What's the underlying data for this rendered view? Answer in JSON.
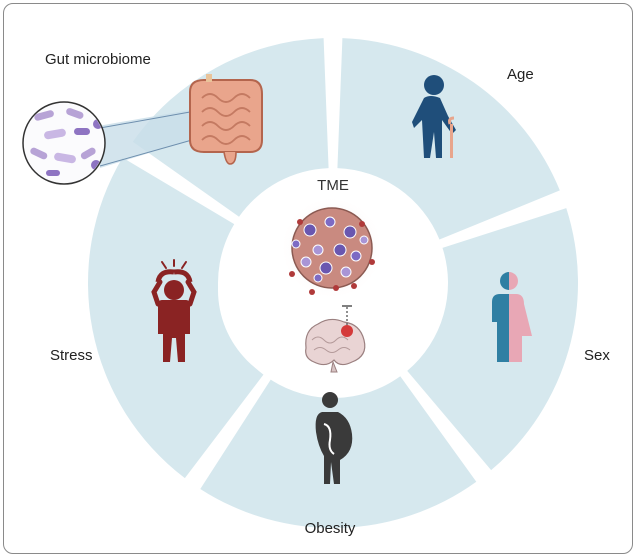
{
  "diagram": {
    "center_label": "TME",
    "factors": [
      {
        "label": "Gut microbiome",
        "icon": "intestine-icon"
      },
      {
        "label": "Age",
        "icon": "elderly-person-icon"
      },
      {
        "label": "Sex",
        "icon": "male-female-icon"
      },
      {
        "label": "Obesity",
        "icon": "obese-person-icon"
      },
      {
        "label": "Stress",
        "icon": "stressed-person-icon"
      }
    ]
  },
  "colors": {
    "ring": "#d6e8ee",
    "age_figure": "#1f4e7a",
    "stress_figure": "#8a2323",
    "obesity_figure": "#3a3a3a",
    "male_blue": "#2f7fa3",
    "female_pink": "#e8a7b5",
    "tumor": "#c98a80"
  }
}
